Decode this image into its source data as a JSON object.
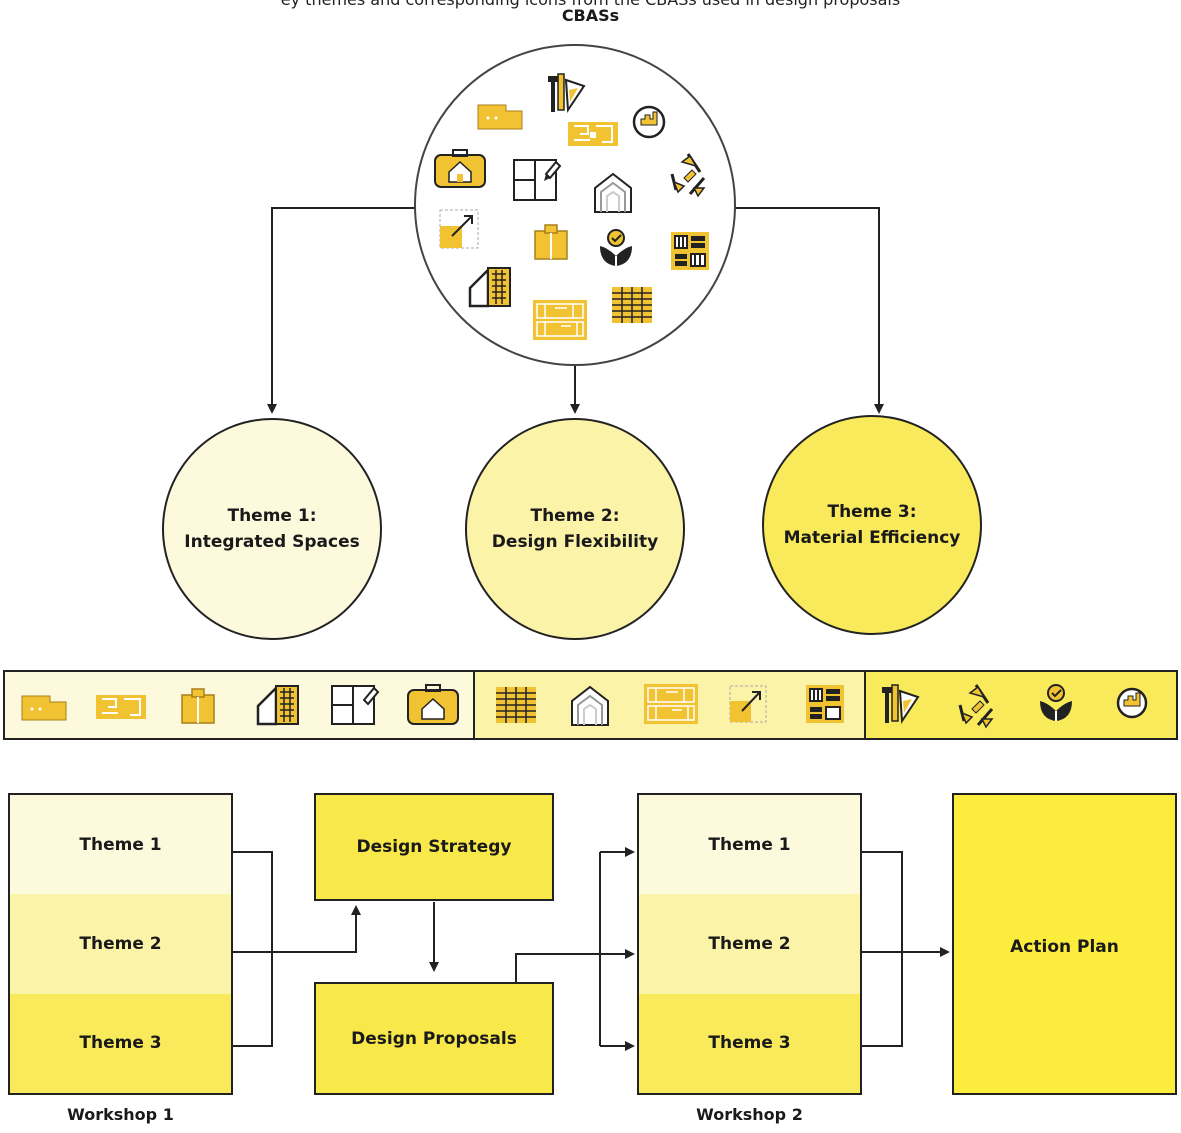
{
  "header": {
    "partial_line": "ey themes and corresponding icons from the CBASs used in design proposals",
    "title": "CBASs"
  },
  "themes": [
    {
      "line1": "Theme 1:",
      "line2": "Integrated Spaces",
      "color": "#fdf9dc"
    },
    {
      "line1": "Theme 2:",
      "line2": "Design Flexibility",
      "color": "#fbf3a8"
    },
    {
      "line1": "Theme 3:",
      "line2": "Material Efficiency",
      "color": "#f9ea5c"
    }
  ],
  "workshop1": {
    "rows": [
      "Theme 1",
      "Theme 2",
      "Theme 3"
    ],
    "caption": "Workshop 1"
  },
  "workshop2": {
    "rows": [
      "Theme 1",
      "Theme 2",
      "Theme 3"
    ],
    "caption": "Workshop 2"
  },
  "strategy": {
    "label": "Design Strategy"
  },
  "proposals": {
    "label": "Design Proposals"
  },
  "action_plan": {
    "label": "Action Plan"
  },
  "icons": {
    "theme1": [
      "foundation-block-icon",
      "floor-plan-icon",
      "box-module-icon",
      "house-building-icon",
      "plan-edit-icon",
      "house-bag-icon"
    ],
    "theme2": [
      "pallet-icon",
      "shelter-icon",
      "plan-grid-icon",
      "scale-arrow-icon",
      "modular-grid-icon"
    ],
    "theme3": [
      "tools-icon",
      "recycle-icon",
      "sustainable-leaf-icon",
      "refresh-city-icon"
    ]
  },
  "colors": {
    "theme1_fill": "#fdf9dc",
    "theme2_fill": "#fbf3a8",
    "theme3_fill": "#f9ea5c",
    "box_fill": "#f8e84a",
    "action_fill": "#fbec3e",
    "icon_gold": "#f1c232",
    "stroke": "#222222"
  }
}
